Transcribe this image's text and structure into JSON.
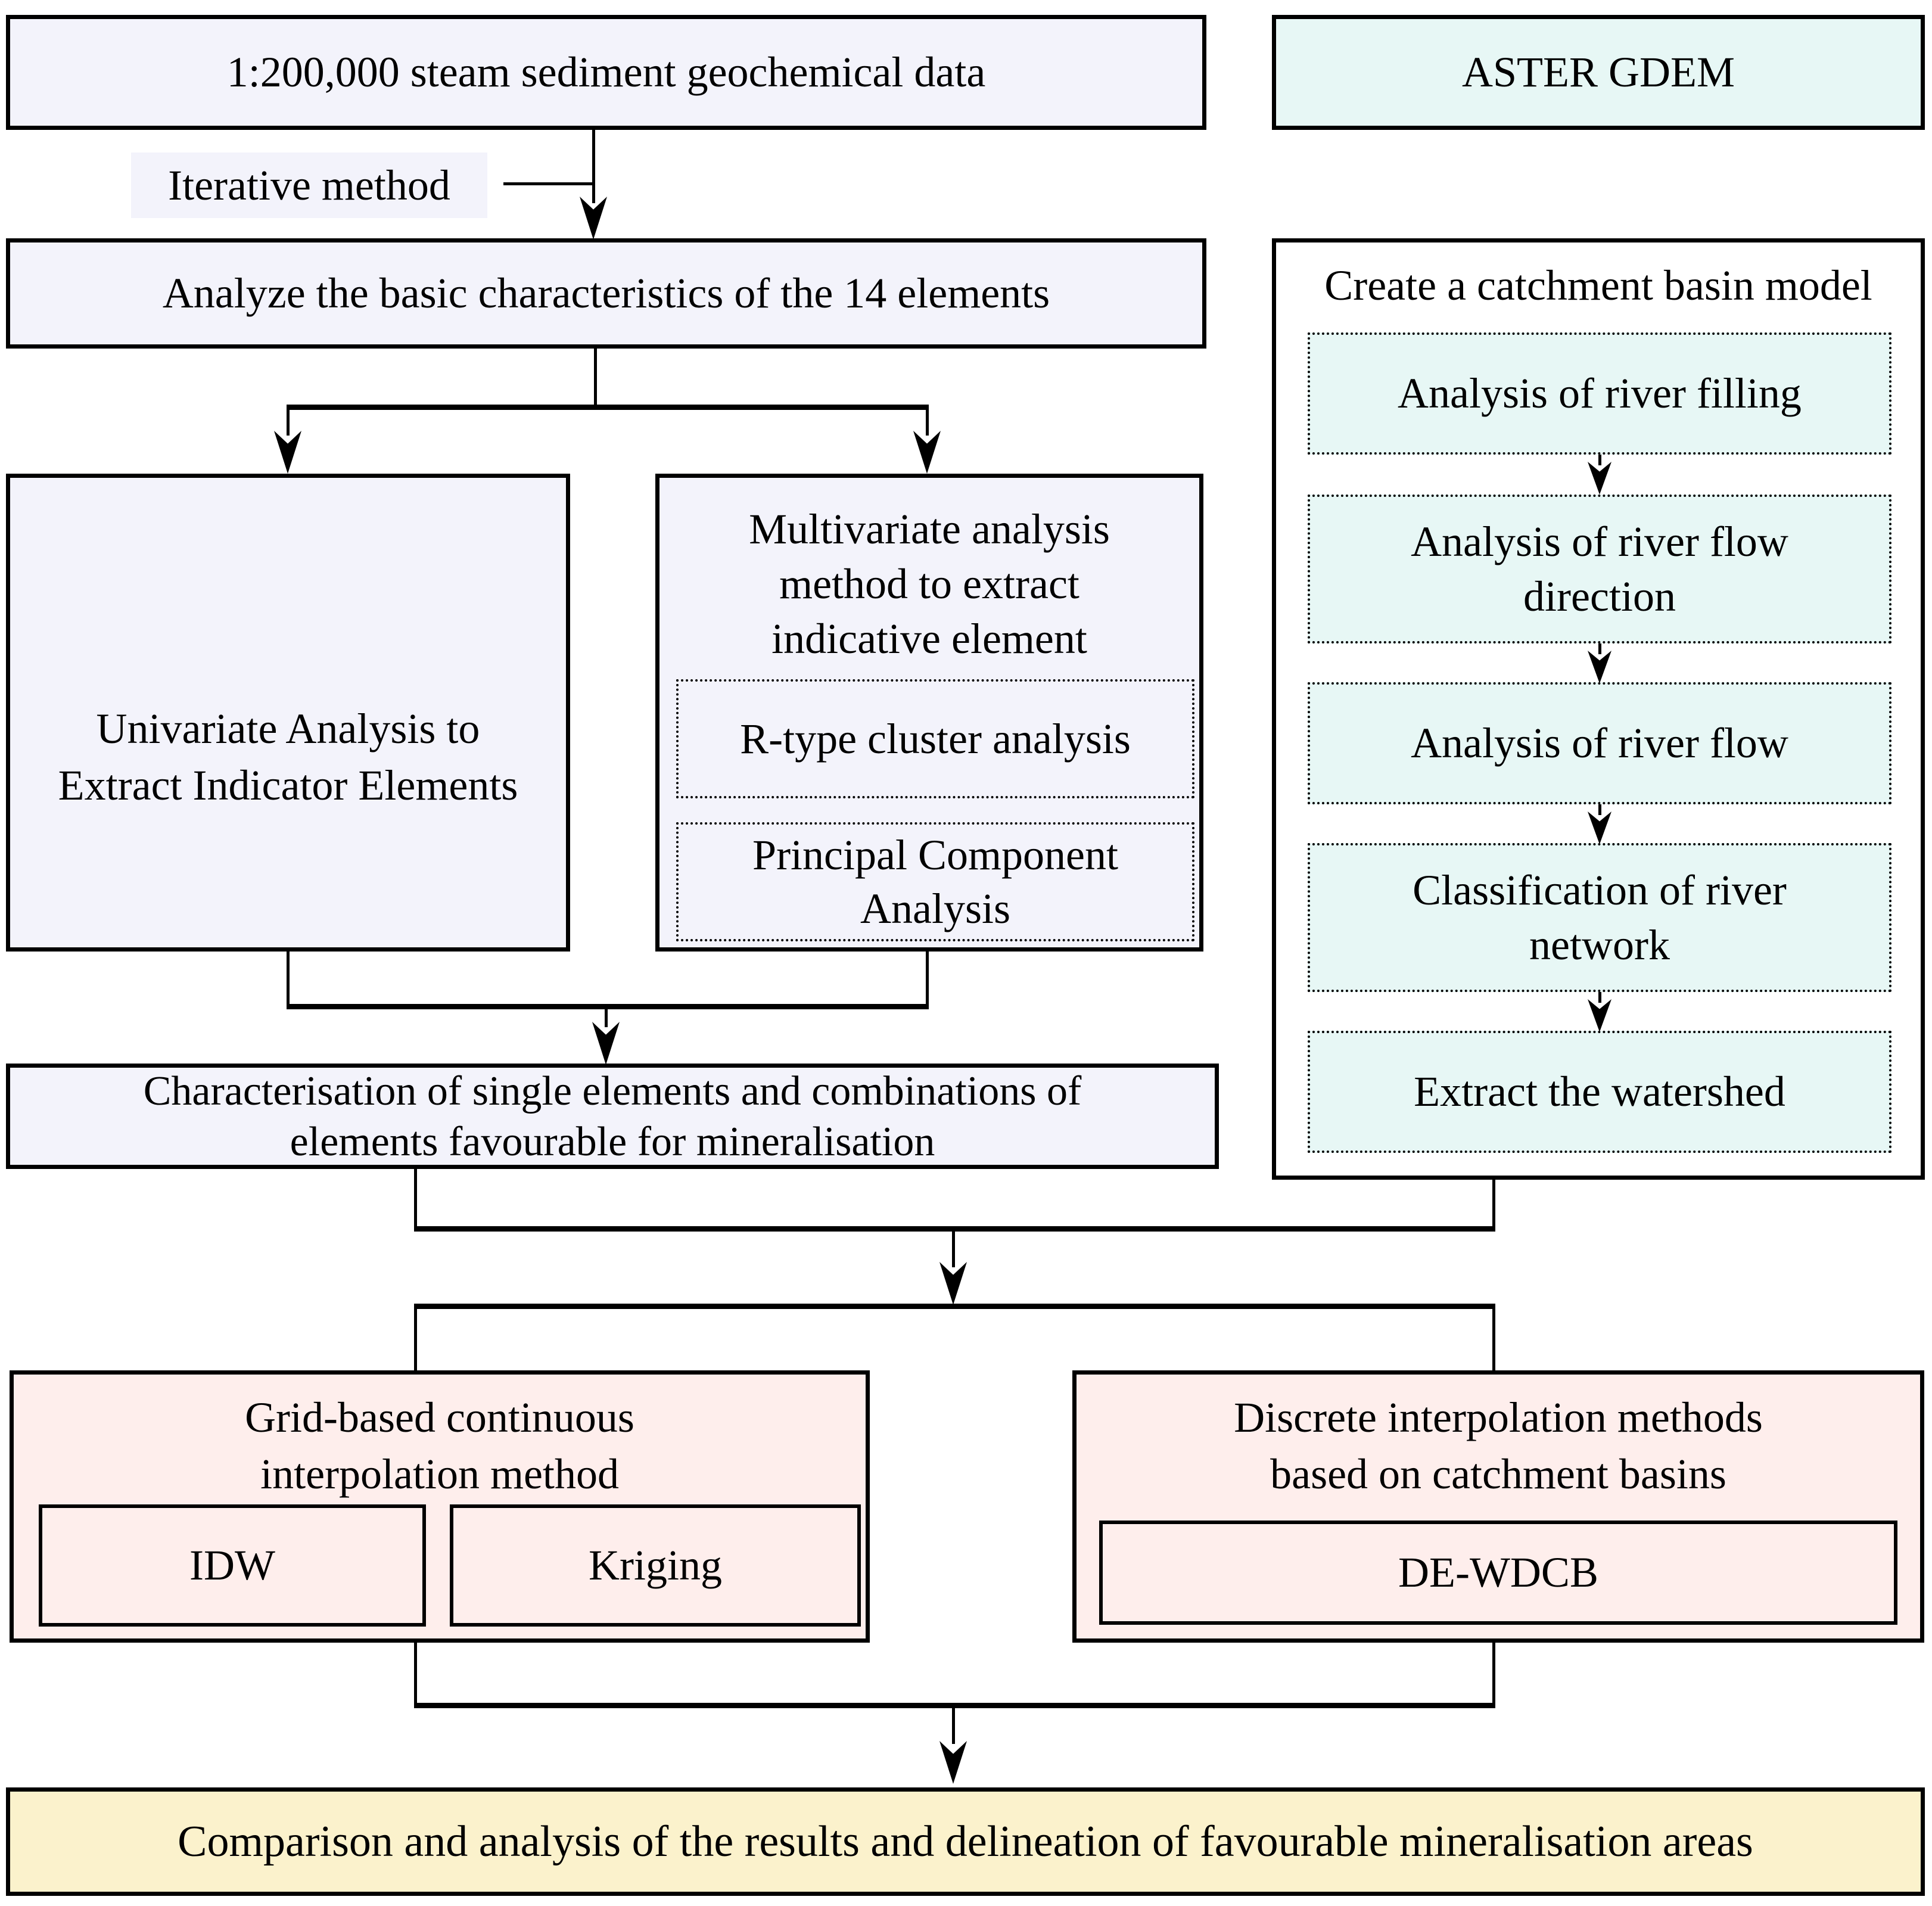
{
  "palette": {
    "lavender_fill": "#f3f3fb",
    "cyan_fill": "#e7f7f5",
    "pink_fill": "#feeeec",
    "yellow_fill": "#fbf2cc",
    "line_color": "#000000"
  },
  "nodes": {
    "stream_data": {
      "label": "1:200,000 steam sediment geochemical data"
    },
    "aster": {
      "label": "ASTER GDEM"
    },
    "iterative": {
      "label": "Iterative method"
    },
    "analyze": {
      "label": "Analyze the basic characteristics of the 14 elements"
    },
    "univariate": {
      "line1": "Univariate Analysis to",
      "line2": "Extract Indicator Elements"
    },
    "multivariate": {
      "line1": "Multivariate analysis",
      "line2": "method to extract",
      "line3": "indicative element",
      "sub1": "R-type cluster analysis",
      "sub2_line1": "Principal Component",
      "sub2_line2": "Analysis"
    },
    "catchment": {
      "title": "Create a catchment basin model",
      "step1": "Analysis of river filling",
      "step2_line1": "Analysis of river flow",
      "step2_line2": "direction",
      "step3": "Analysis of river flow",
      "step4_line1": "Classification of river",
      "step4_line2": "network",
      "step5": "Extract the watershed"
    },
    "characterisation": {
      "line1": "Characterisation of single elements and combinations of",
      "line2": "elements favourable for mineralisation"
    },
    "grid": {
      "line1": "Grid-based continuous",
      "line2": "interpolation method",
      "sub1": "IDW",
      "sub2": "Kriging"
    },
    "discrete": {
      "line1": "Discrete interpolation methods",
      "line2": "based on catchment basins",
      "sub1": "DE-WDCB"
    },
    "result": {
      "label": "Comparison and analysis of the results and delineation of favourable mineralisation areas"
    }
  }
}
